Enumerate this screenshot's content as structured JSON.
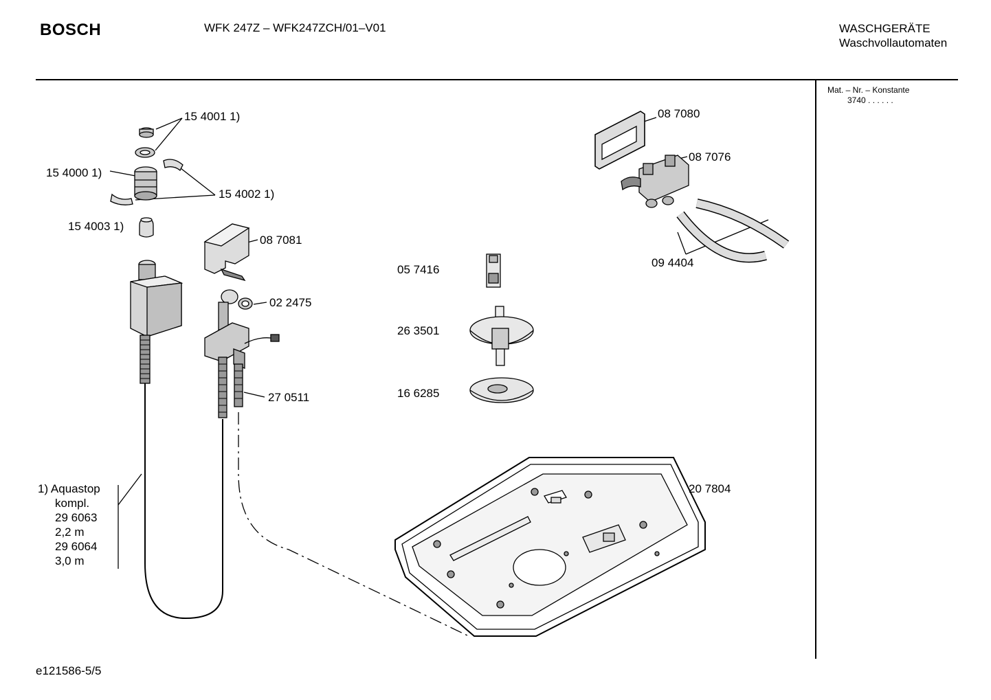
{
  "header": {
    "brand": "BOSCH",
    "model": "WFK 247Z – WFK247ZCH/01–V01",
    "category_line1": "WASCHGERÄTE",
    "category_line2": "Waschvollautomaten"
  },
  "sidebar": {
    "mat_label": "Mat. – Nr. – Konstante",
    "mat_value": "3740  .  .    .  .  .  ."
  },
  "parts": {
    "p154001": "15 4001 1)",
    "p154000": "15 4000 1)",
    "p154002": "15 4002 1)",
    "p154003": "15 4003 1)",
    "p087081": "08 7081",
    "p022475": "02 2475",
    "p270511": "27 0511",
    "p057416": "05 7416",
    "p263501": "26 3501",
    "p166285": "16 6285",
    "p087080": "08 7080",
    "p087076": "08 7076",
    "p094404": "09 4404",
    "p207804": "20 7804"
  },
  "note": {
    "line1": "1)  Aquastop",
    "line2": "kompl.",
    "line3": "29 6063",
    "line4": "2,2 m",
    "line5": "29 6064",
    "line6": "3,0 m"
  },
  "footer": {
    "doc_id": "e121586-5/5"
  }
}
